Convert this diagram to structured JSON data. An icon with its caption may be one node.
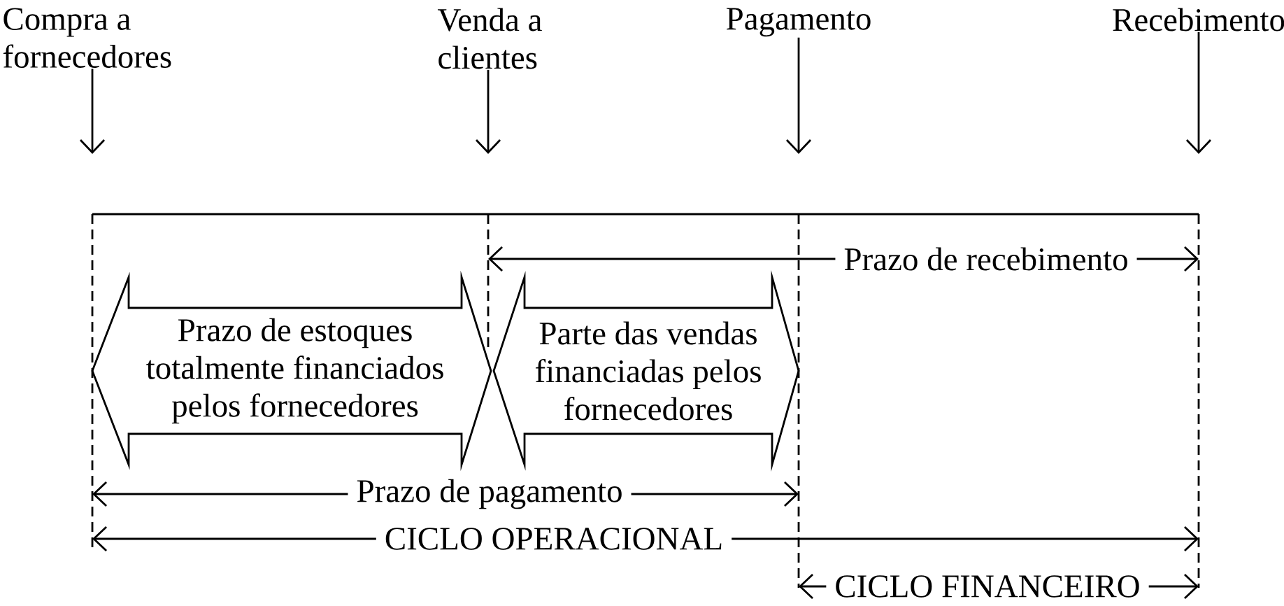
{
  "diagram": {
    "nodes": [
      {
        "text": [
          "Compra a fornecedores"
        ]
      },
      {
        "text": [
          "Venda a clientes"
        ]
      },
      {
        "text": [
          "Pagamento"
        ]
      },
      {
        "text": [
          "Recebimento"
        ]
      },
      {
        "text": [
          "Prazo de estoques totalmente financiados pelos fornecedores"
        ]
      },
      {
        "text": [
          "Parte das vendas financiadas pelos fornecedores"
        ]
      }
    ],
    "edges": [
      {
        "from": 0,
        "to": null,
        "arrow": "to"
      },
      {
        "from": 1,
        "to": null,
        "arrow": "to"
      },
      {
        "from": 2,
        "to": null,
        "arrow": "to"
      },
      {
        "from": 3,
        "to": null,
        "arrow": "to"
      }
    ],
    "labels": [
      "Prazo de recebimento",
      "Prazo de pagamento",
      "CICLO OPERACIONAL",
      "CICLO FINANCEIRO"
    ]
  }
}
